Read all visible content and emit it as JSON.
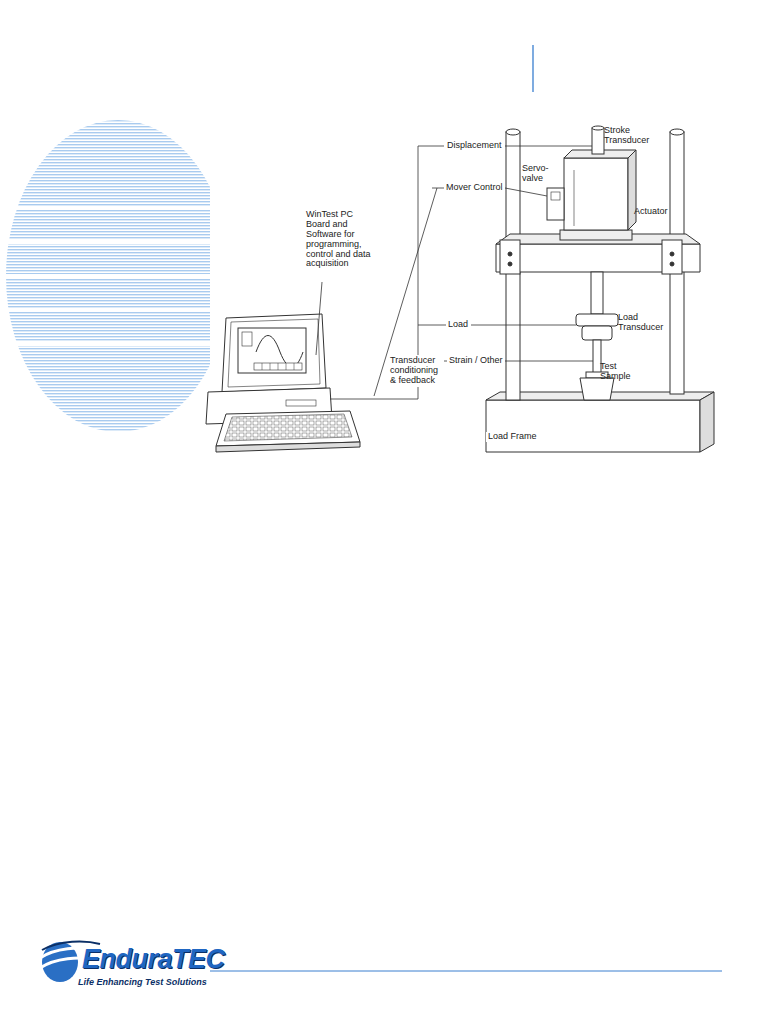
{
  "diagram": {
    "labels": [
      "Displacement",
      "Stroke Transducer",
      "Servo-valve",
      "Mover Control",
      "Actuator",
      "WinTest PC Board and Software for programming, control and data acquisition",
      "Load",
      "Load Transducer",
      "Transducer conditioning & feedback",
      "Strain / Other",
      "Test Sample",
      "Load Frame",
      "EnduraTEC",
      "Life Enhancing Test Solutions"
    ]
  }
}
